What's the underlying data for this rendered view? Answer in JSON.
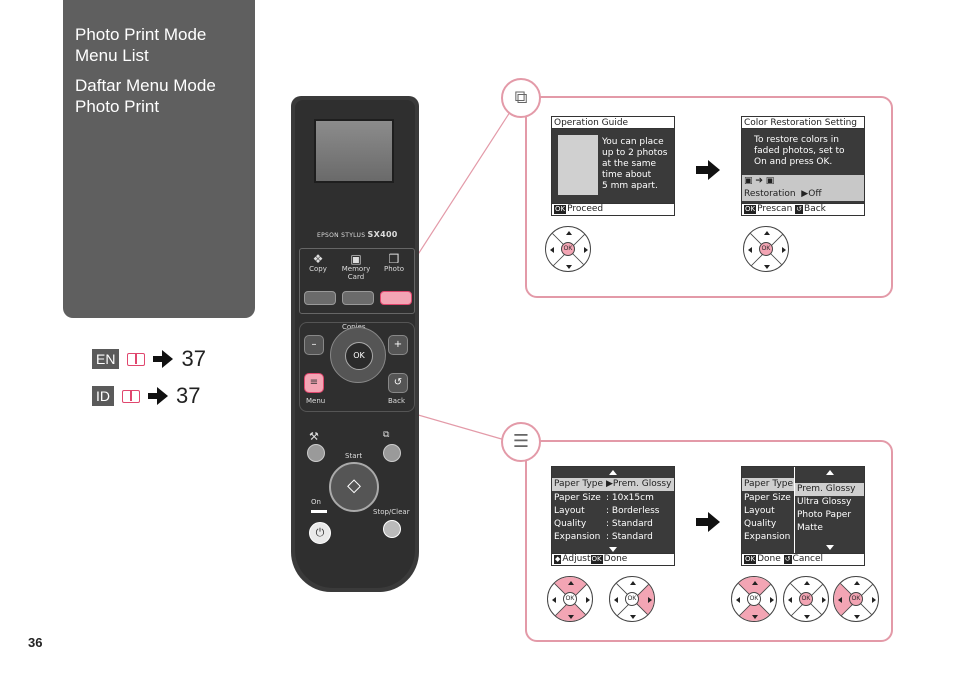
{
  "sidebar": {
    "title_en": "Photo Print Mode Menu List",
    "title_id": "Daftar Menu Mode Photo Print"
  },
  "xrefs": [
    {
      "lang": "EN",
      "page": "37"
    },
    {
      "lang": "ID",
      "page": "37"
    }
  ],
  "page_number": "36",
  "panel": {
    "brand": "EPSON STYLUS",
    "model": "SX400",
    "modes": [
      "Copy",
      "Memory Card",
      "Photo"
    ],
    "copies": "Copies",
    "ok": "OK",
    "minus": "–",
    "plus": "+",
    "menu": "Menu",
    "back": "Back",
    "start": "Start",
    "on": "On",
    "stop": "Stop/Clear"
  },
  "screen_guide": {
    "title": "Operation Guide",
    "lines": [
      "You can place",
      "up to 2 photos",
      "at the same",
      "time about",
      "5 mm apart."
    ],
    "foot_key": "OK",
    "foot": "Proceed"
  },
  "screen_restore": {
    "title": "Color Restoration Setting",
    "lines": [
      "To restore colors in",
      "faded photos, set to",
      "On and press OK."
    ],
    "row_label": "Restoration",
    "row_value": "Off",
    "foot_key1": "OK",
    "foot1": "Prescan",
    "foot2": "Back"
  },
  "screen_settings": {
    "rows": [
      {
        "k": "Paper Type",
        "v": "Prem. Glossy"
      },
      {
        "k": "Paper Size",
        "v": ": 10x15cm"
      },
      {
        "k": "Layout",
        "v": ": Borderless"
      },
      {
        "k": "Quality",
        "v": ": Standard"
      },
      {
        "k": "Expansion",
        "v": ": Standard"
      }
    ],
    "foot1": "Adjust",
    "foot_key": "OK",
    "foot2": "Done"
  },
  "screen_papertype": {
    "rows": [
      "Paper Type",
      "Paper Size",
      "Layout",
      "Quality",
      "Expansion"
    ],
    "options": [
      "Prem. Glossy",
      "Ultra Glossy",
      "Photo Paper",
      "Matte"
    ],
    "foot_key": "OK",
    "foot1": "Done",
    "foot2": "Cancel"
  },
  "dpad_ok": "OK",
  "colors": {
    "accent": "#e39aa8",
    "highlight": "#f3a5b4",
    "sidebar": "#5f5f5f"
  }
}
